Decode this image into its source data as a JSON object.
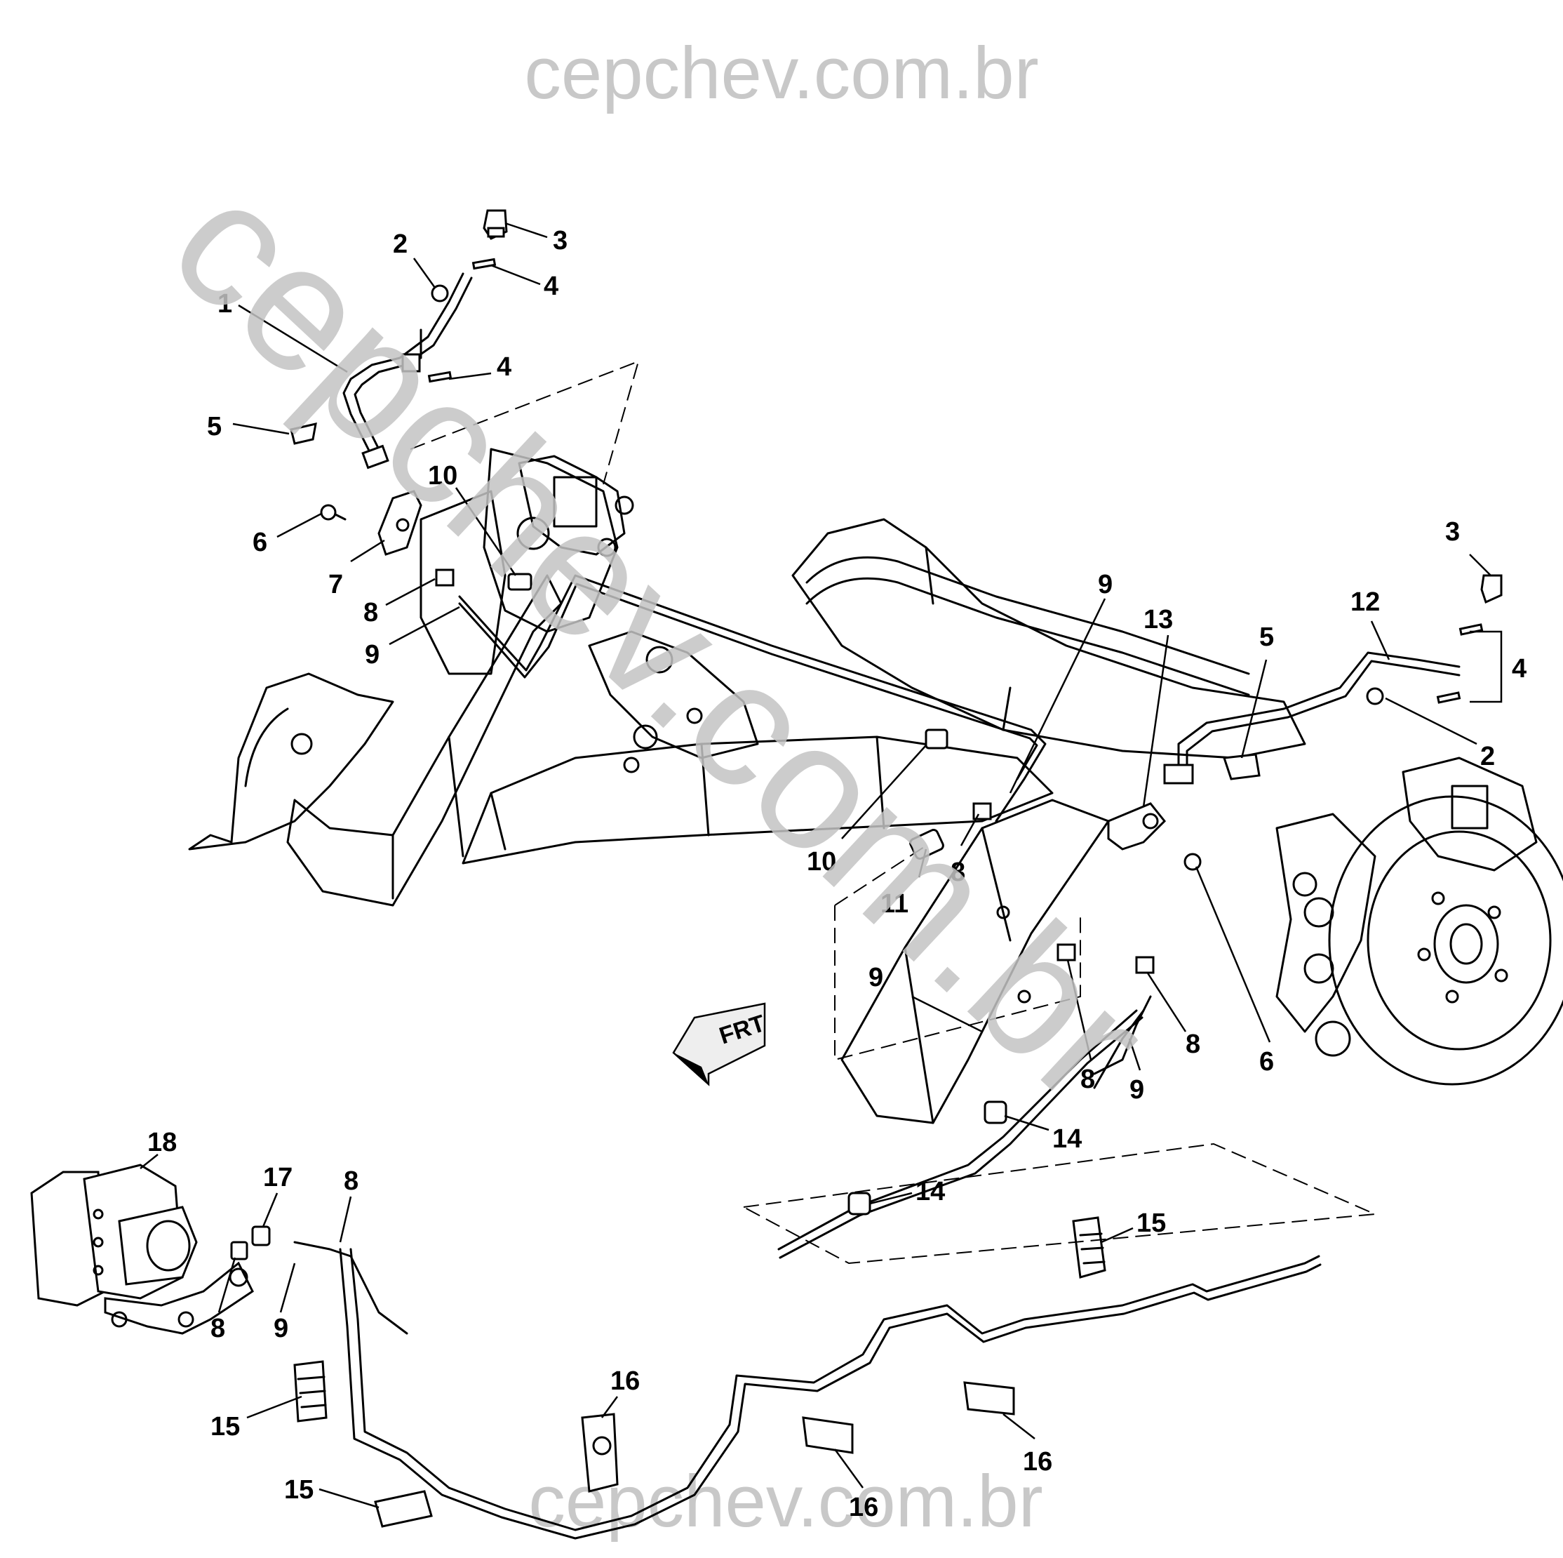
{
  "watermark": {
    "top": "cepchev.com.br",
    "bottom": "cepchev.com.br",
    "diagonal": "cepchev.com.br"
  },
  "direction_arrow": {
    "label": "FRT"
  },
  "callouts": [
    "1",
    "2",
    "3",
    "4",
    "4",
    "5",
    "6",
    "7",
    "8",
    "9",
    "10",
    "3",
    "12",
    "4",
    "2",
    "9",
    "13",
    "5",
    "10",
    "11",
    "8",
    "9",
    "8",
    "8",
    "6",
    "9",
    "14",
    "14",
    "15",
    "18",
    "17",
    "8",
    "8",
    "9",
    "15",
    "15",
    "16",
    "16",
    "16"
  ]
}
